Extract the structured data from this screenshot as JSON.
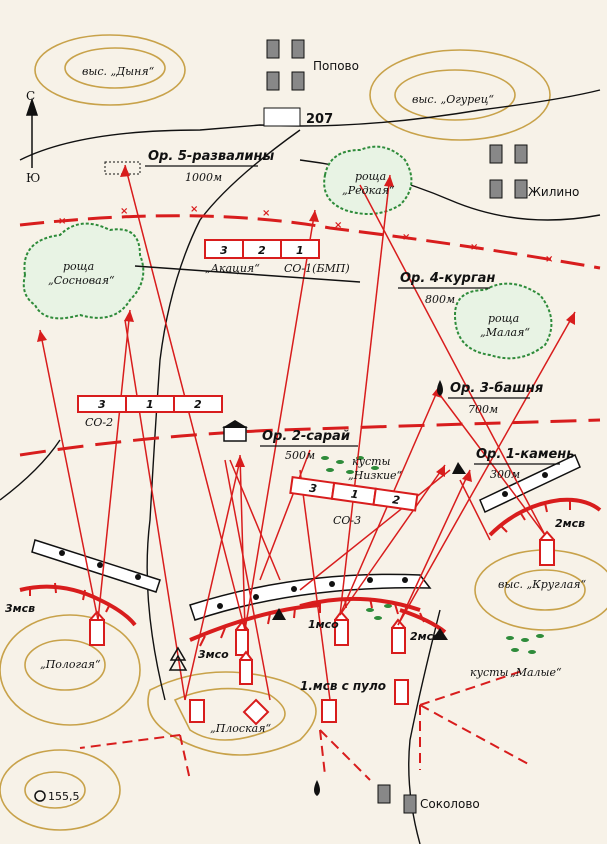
{
  "heights": {
    "dynya": "выс. „Дыня“",
    "ogurets": "выс. „Огурец“",
    "kruglaya": "выс. „Круглая“",
    "pologaya": "„Пологая“",
    "ploskaya": "„Плоская“"
  },
  "villages": {
    "popovo": "Попово",
    "zhilino": "Жилино",
    "sokolovo": "Соколово",
    "point207": "207",
    "point155": "155,5"
  },
  "compass": {
    "north": "С",
    "south": "Ю"
  },
  "groves": {
    "rosha": "роща",
    "sosnovaya": "„Сосновая“",
    "redkaya": "„Редкая“",
    "malaya": "„Малая“"
  },
  "bushes": {
    "kusty": "кусты",
    "nizkie": "„Низкие“",
    "malye": "„Малые“"
  },
  "landmarks": [
    {
      "name": "Ор. 5-развалины",
      "dist": "1000м"
    },
    {
      "name": "Ор. 4-курган",
      "dist": "800м"
    },
    {
      "name": "Ор. 3-башня",
      "dist": "700м"
    },
    {
      "name": "Ор. 2-сарай",
      "dist": "500м"
    },
    {
      "name": "Ор. 1-камень",
      "dist": "300м"
    }
  ],
  "sectors": {
    "so1": {
      "cells": [
        "3",
        "2",
        "1"
      ],
      "under": "„Акация“",
      "label": "СО-1(БМП)"
    },
    "so2": {
      "cells": [
        "3",
        "1",
        "2"
      ],
      "label": "СО-2"
    },
    "so3": {
      "cells": [
        "3",
        "1",
        "2"
      ],
      "label": "СО-3"
    }
  },
  "units": {
    "msv1": "1мсо",
    "msv2": "2мсо",
    "msv3": "3мсо",
    "mse2": "2мсв",
    "mse3": "3мсв",
    "mse1_pulo": "1.мсв с пуло"
  },
  "colors": {
    "enemy": "#d81d1d",
    "ink": "#111111",
    "grove": "#2e8b3a",
    "terrain": "#c8a24a"
  }
}
